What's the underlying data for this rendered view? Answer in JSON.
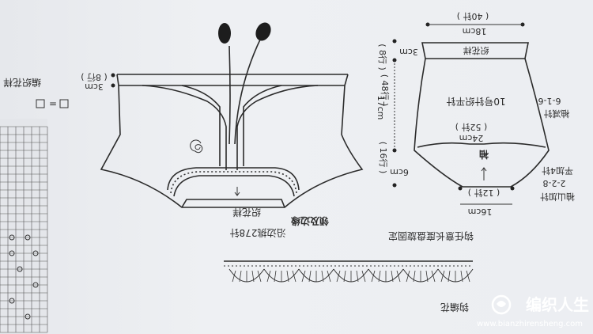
{
  "colors": {
    "line": "#2b2b2b",
    "background": "#eceef1",
    "watermark": "#ffffff"
  },
  "legend": {
    "stitch_label": "编织花样",
    "equals": "="
  },
  "body": {
    "band_height": "3cm",
    "band_rows": "( 8行 )",
    "pattern_label": "织花样",
    "edge_stitches": "沿边挑278针",
    "edge_label": "领及边缘"
  },
  "sleeve": {
    "top_width": "18cm",
    "top_stitches": "( 40针 )",
    "cuff_height": "3cm",
    "cuff_rows": "( 8行 )",
    "cuff_label": "织花样",
    "length": "17cm",
    "length_rows": "( 48行 )",
    "needle": "10号针织平针",
    "decrease_label": "袖减针",
    "decrease_rule": "6-1-6",
    "width": "24cm",
    "width_stitches": "( 52针 )",
    "sleeve_label": "袖",
    "cap_height": "6cm",
    "cap_rows": "( 16行 )",
    "increase_label_1": "袖山加针",
    "increase_rule": "2-2-8",
    "increase_label_2": "平加4针",
    "bottom_stitches": "( 12针 )",
    "bottom_width": "16cm"
  },
  "crochet": {
    "note": "钩任意长度盘旋固定",
    "label": "钩编花"
  },
  "watermark": {
    "brand": "编织人生",
    "url": "www.bianzhirensheng.com"
  }
}
